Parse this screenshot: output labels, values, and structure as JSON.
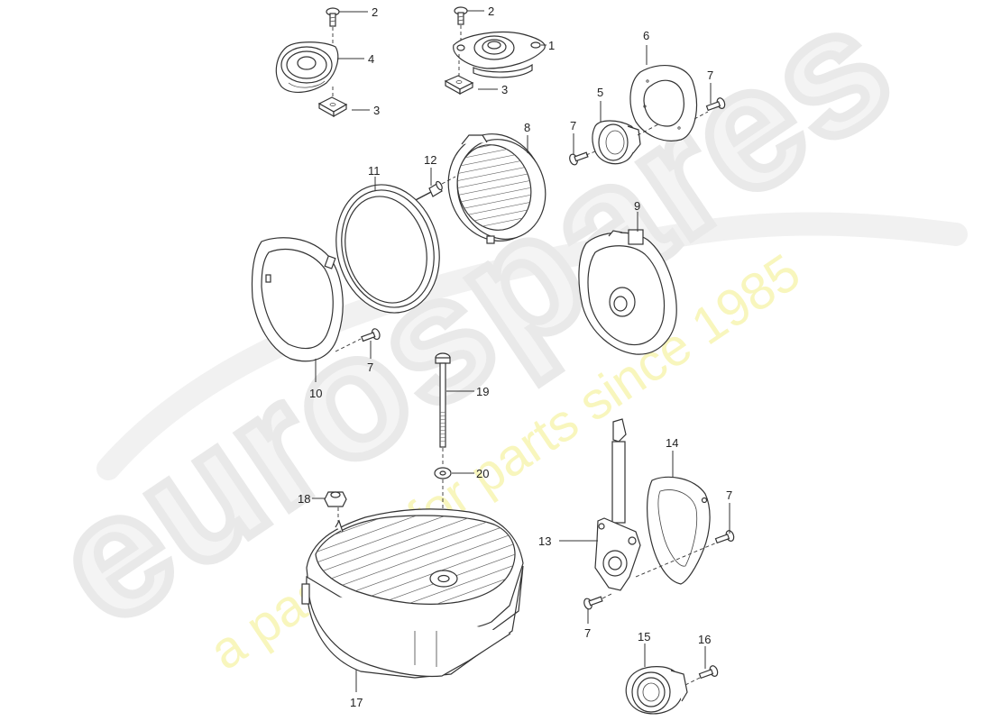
{
  "diagram": {
    "type": "exploded-parts-diagram",
    "subject": "Sound system speakers and subwoofer assembly",
    "watermark": {
      "brand": "eurospares",
      "tagline": "a passion for parts since 1985",
      "brand_color": "#e9e9e9",
      "tagline_color": "#f6f3a8"
    },
    "callouts": [
      {
        "id": "c1",
        "label": "1",
        "part": "tweeter-speaker-flanged"
      },
      {
        "id": "c2a",
        "label": "2",
        "part": "screw"
      },
      {
        "id": "c2b",
        "label": "2",
        "part": "screw"
      },
      {
        "id": "c3a",
        "label": "3",
        "part": "clip-nut"
      },
      {
        "id": "c3b",
        "label": "3",
        "part": "clip-nut"
      },
      {
        "id": "c4",
        "label": "4",
        "part": "midrange-speaker"
      },
      {
        "id": "c5",
        "label": "5",
        "part": "small-speaker"
      },
      {
        "id": "c6",
        "label": "6",
        "part": "speaker-mounting-plate"
      },
      {
        "id": "c7a",
        "label": "7",
        "part": "screw"
      },
      {
        "id": "c7b",
        "label": "7",
        "part": "screw"
      },
      {
        "id": "c7c",
        "label": "7",
        "part": "screw"
      },
      {
        "id": "c7d",
        "label": "7",
        "part": "screw"
      },
      {
        "id": "c7e",
        "label": "7",
        "part": "screw"
      },
      {
        "id": "c8",
        "label": "8",
        "part": "speaker-grille"
      },
      {
        "id": "c9",
        "label": "9",
        "part": "woofer-speaker"
      },
      {
        "id": "c10",
        "label": "10",
        "part": "speaker-mounting-ring"
      },
      {
        "id": "c11",
        "label": "11",
        "part": "seal-ring"
      },
      {
        "id": "c12",
        "label": "12",
        "part": "rivet"
      },
      {
        "id": "c13",
        "label": "13",
        "part": "speaker-bracket-with-column"
      },
      {
        "id": "c14",
        "label": "14",
        "part": "speaker-cover"
      },
      {
        "id": "c15",
        "label": "15",
        "part": "speaker"
      },
      {
        "id": "c16",
        "label": "16",
        "part": "screw"
      },
      {
        "id": "c17",
        "label": "17",
        "part": "subwoofer-enclosure"
      },
      {
        "id": "c18",
        "label": "18",
        "part": "nut"
      },
      {
        "id": "c19",
        "label": "19",
        "part": "bolt"
      },
      {
        "id": "c20",
        "label": "20",
        "part": "washer"
      }
    ]
  }
}
